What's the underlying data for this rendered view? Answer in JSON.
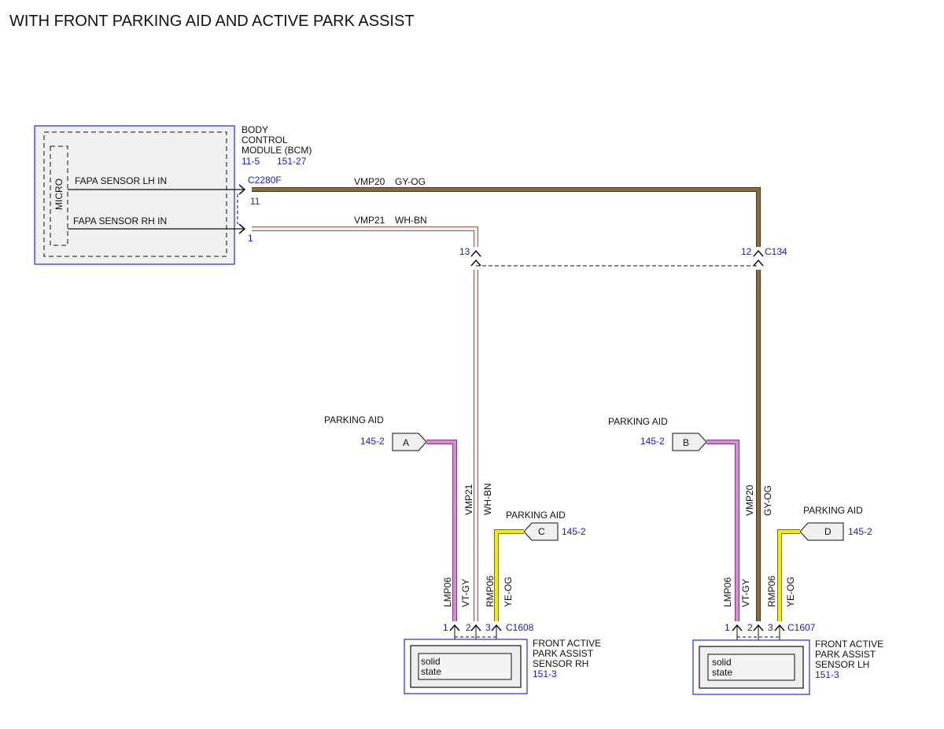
{
  "title": "WITH FRONT PARKING AID AND ACTIVE PARK ASSIST",
  "colors": {
    "gy_og": "#8b6a3e",
    "wh_bn": "#c9a09a",
    "vt_gy": "#d98ad8",
    "ye_og": "#f3ea12",
    "module_border": "#2b2bd0",
    "ref_blue": "#1a1acc"
  },
  "bcm": {
    "name_line1": "BODY",
    "name_line2": "CONTROL",
    "name_line3": "MODULE (BCM)",
    "ref1": "11-5",
    "ref2": "151-27",
    "micro_label": "MICRO",
    "signal_lh": "FAPA SENSOR LH IN",
    "signal_rh": "FAPA SENSOR RH IN",
    "connector": "C2280F",
    "pin_lh": "11",
    "pin_rh": "1"
  },
  "wires": {
    "w1_circuit": "VMP20",
    "w1_color": "GY-OG",
    "w2_circuit": "VMP21",
    "w2_color": "WH-BN",
    "vmp21_vertical": "VMP21",
    "whbn_vertical": "WH-BN",
    "vmp20_vertical": "VMP20",
    "gyog_vertical": "GY-OG",
    "rh_lmp": "LMP06",
    "rh_vtgy": "VT-GY",
    "rh_rmp": "RMP06",
    "rh_yeog": "YE-OG",
    "lh_lmp": "LMP06",
    "lh_vtgy": "VT-GY",
    "lh_rmp": "RMP06",
    "lh_yeog": "YE-OG"
  },
  "c134": {
    "connector": "C134",
    "pin_13": "13",
    "pin_12": "12"
  },
  "parking_aid": [
    {
      "label": "PARKING AID",
      "letter": "A",
      "ref": "145-2"
    },
    {
      "label": "PARKING AID",
      "letter": "B",
      "ref": "145-2"
    },
    {
      "label": "PARKING AID",
      "letter": "C",
      "ref": "145-2"
    },
    {
      "label": "PARKING AID",
      "letter": "D",
      "ref": "145-2"
    }
  ],
  "sensor_rh": {
    "connector": "C1608",
    "pins": [
      "1",
      "2",
      "3"
    ],
    "inner": "solid",
    "inner2": "state",
    "name_line1": "FRONT ACTIVE",
    "name_line2": "PARK ASSIST",
    "name_line3": "SENSOR RH",
    "ref": "151-3"
  },
  "sensor_lh": {
    "connector": "C1607",
    "pins": [
      "1",
      "2",
      "3"
    ],
    "inner": "solid",
    "inner2": "state",
    "name_line1": "FRONT ACTIVE",
    "name_line2": "PARK ASSIST",
    "name_line3": "SENSOR LH",
    "ref": "151-3"
  }
}
